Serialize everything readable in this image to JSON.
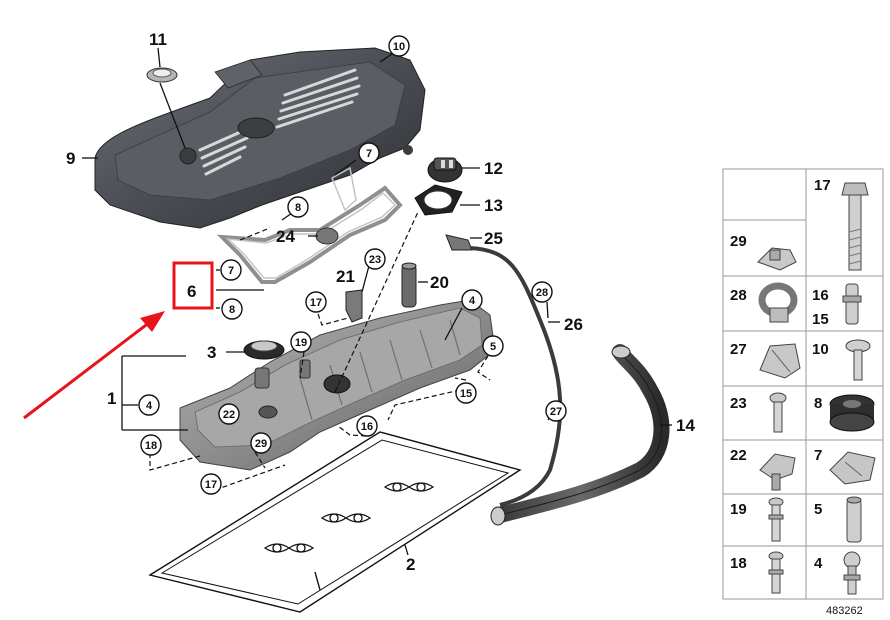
{
  "callouts": {
    "p1": "1",
    "p2": "2",
    "p3": "3",
    "p6": "6",
    "p9": "9",
    "p11": "11",
    "p12": "12",
    "p13": "13",
    "p14": "14",
    "p20": "20",
    "p21": "21",
    "p24": "24",
    "p25": "25",
    "p26": "26"
  },
  "circled": {
    "c10": "10",
    "c7a": "7",
    "c8a": "8",
    "c7b": "7",
    "c8b": "8",
    "c23": "23",
    "c17a": "17",
    "c19": "19",
    "c4a": "4",
    "c5": "5",
    "c4b": "4",
    "c15": "15",
    "c16": "16",
    "c22": "22",
    "c29": "29",
    "c18": "18",
    "c17b": "17",
    "c28": "28",
    "c27": "27"
  },
  "parts_table": {
    "cells": [
      "17",
      "29",
      "28",
      "16",
      "15",
      "27",
      "10",
      "23",
      "8",
      "22",
      "7",
      "19",
      "5",
      "18",
      "4"
    ]
  },
  "reference_number": "483262",
  "highlight_color": "#e8141b"
}
